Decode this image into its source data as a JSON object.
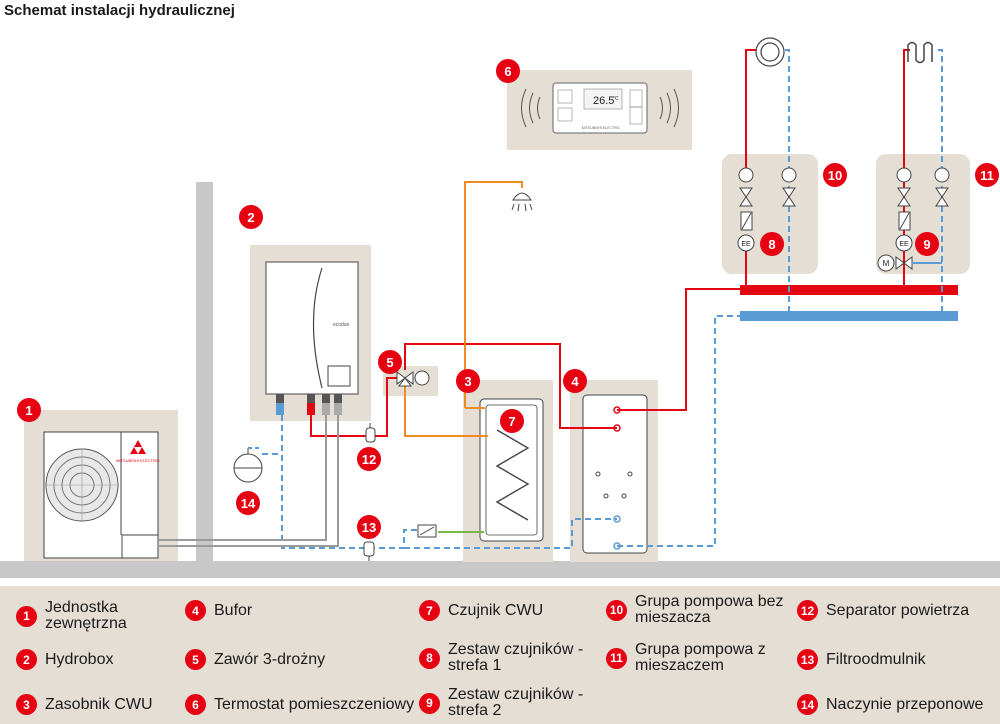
{
  "title": "Schemat instalacji hydraulicznej",
  "components": {
    "hydrobox_brand": "ecodan",
    "thermostat_display": "26.5",
    "thermostat_unit": "°C",
    "thermostat_brand": "MITSUBISHI ELECTRIC",
    "mitsubishi_label": "MITSUBISHI ELECTRIC",
    "pump_label": "EE",
    "mixer_motor_label": "M"
  },
  "badges": {
    "b1": "1",
    "b2": "2",
    "b3": "3",
    "b4": "4",
    "b5": "5",
    "b6": "6",
    "b7": "7",
    "b8": "8",
    "b9": "9",
    "b10": "10",
    "b11": "11",
    "b12": "12",
    "b13": "13",
    "b14": "14"
  },
  "colors": {
    "hot_pipe": "#e30613",
    "cold_pipe": "#5b9bd5",
    "dhw_pipe": "#f08a24",
    "sensor_wire": "#7ab648",
    "panel": "#e4ded5",
    "wall": "#c8c8c8",
    "badge": "#e60012"
  },
  "legend": [
    {
      "num": "1",
      "label": "Jednostka zewnętrzna"
    },
    {
      "num": "2",
      "label": "Hydrobox"
    },
    {
      "num": "3",
      "label": "Zasobnik CWU"
    },
    {
      "num": "4",
      "label": "Bufor"
    },
    {
      "num": "5",
      "label": "Zawór 3-drożny"
    },
    {
      "num": "6",
      "label": "Termostat pomieszczeniowy"
    },
    {
      "num": "7",
      "label": "Czujnik CWU"
    },
    {
      "num": "8",
      "label": "Zestaw czujników - strefa 1"
    },
    {
      "num": "9",
      "label": "Zestaw czujników - strefa 2"
    },
    {
      "num": "10",
      "label": "Grupa pompowa bez mieszacza"
    },
    {
      "num": "11",
      "label": "Grupa pompowa z mieszaczem"
    },
    {
      "num": "12",
      "label": "Separator powietrza"
    },
    {
      "num": "13",
      "label": "Filtroodmulnik"
    },
    {
      "num": "14",
      "label": "Naczynie przeponowe"
    }
  ]
}
